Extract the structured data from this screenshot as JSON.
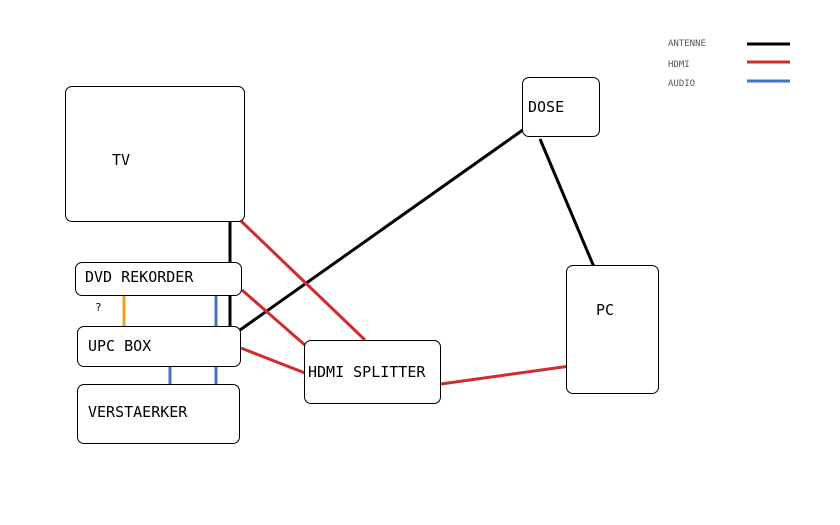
{
  "legend": {
    "items": [
      {
        "label": "ANTENNE",
        "color": "#000000"
      },
      {
        "label": "HDMI",
        "color": "#d22b2b"
      },
      {
        "label": "AUDIO",
        "color": "#4472c4"
      }
    ]
  },
  "devices": {
    "tv": "TV",
    "dvd": "DVD REKORDER",
    "upc": "UPC BOX",
    "verstaerker": "VERSTAERKER",
    "splitter": "HDMI SPLITTER",
    "dose": "DOSE",
    "pc": "PC"
  },
  "annotations": {
    "unknown_cable": "?"
  },
  "colors": {
    "antenne": "#000000",
    "hdmi": "#d22b2b",
    "audio": "#4472c4",
    "unknown": "#f0a020"
  },
  "connections": [
    {
      "from": "dose",
      "to": "upc",
      "type": "antenne"
    },
    {
      "from": "dose",
      "to": "pc",
      "type": "antenne"
    },
    {
      "from": "tv",
      "to": "dvd",
      "type": "antenne"
    },
    {
      "from": "dvd",
      "to": "upc",
      "type": "antenne"
    },
    {
      "from": "tv",
      "to": "splitter",
      "type": "hdmi"
    },
    {
      "from": "dvd",
      "to": "splitter",
      "type": "hdmi"
    },
    {
      "from": "upc",
      "to": "splitter",
      "type": "hdmi"
    },
    {
      "from": "splitter",
      "to": "pc",
      "type": "hdmi"
    },
    {
      "from": "upc",
      "to": "verstaerker",
      "type": "audio"
    },
    {
      "from": "dvd",
      "to": "verstaerker",
      "type": "audio"
    },
    {
      "from": "dvd",
      "to": "upc",
      "type": "unknown"
    }
  ]
}
